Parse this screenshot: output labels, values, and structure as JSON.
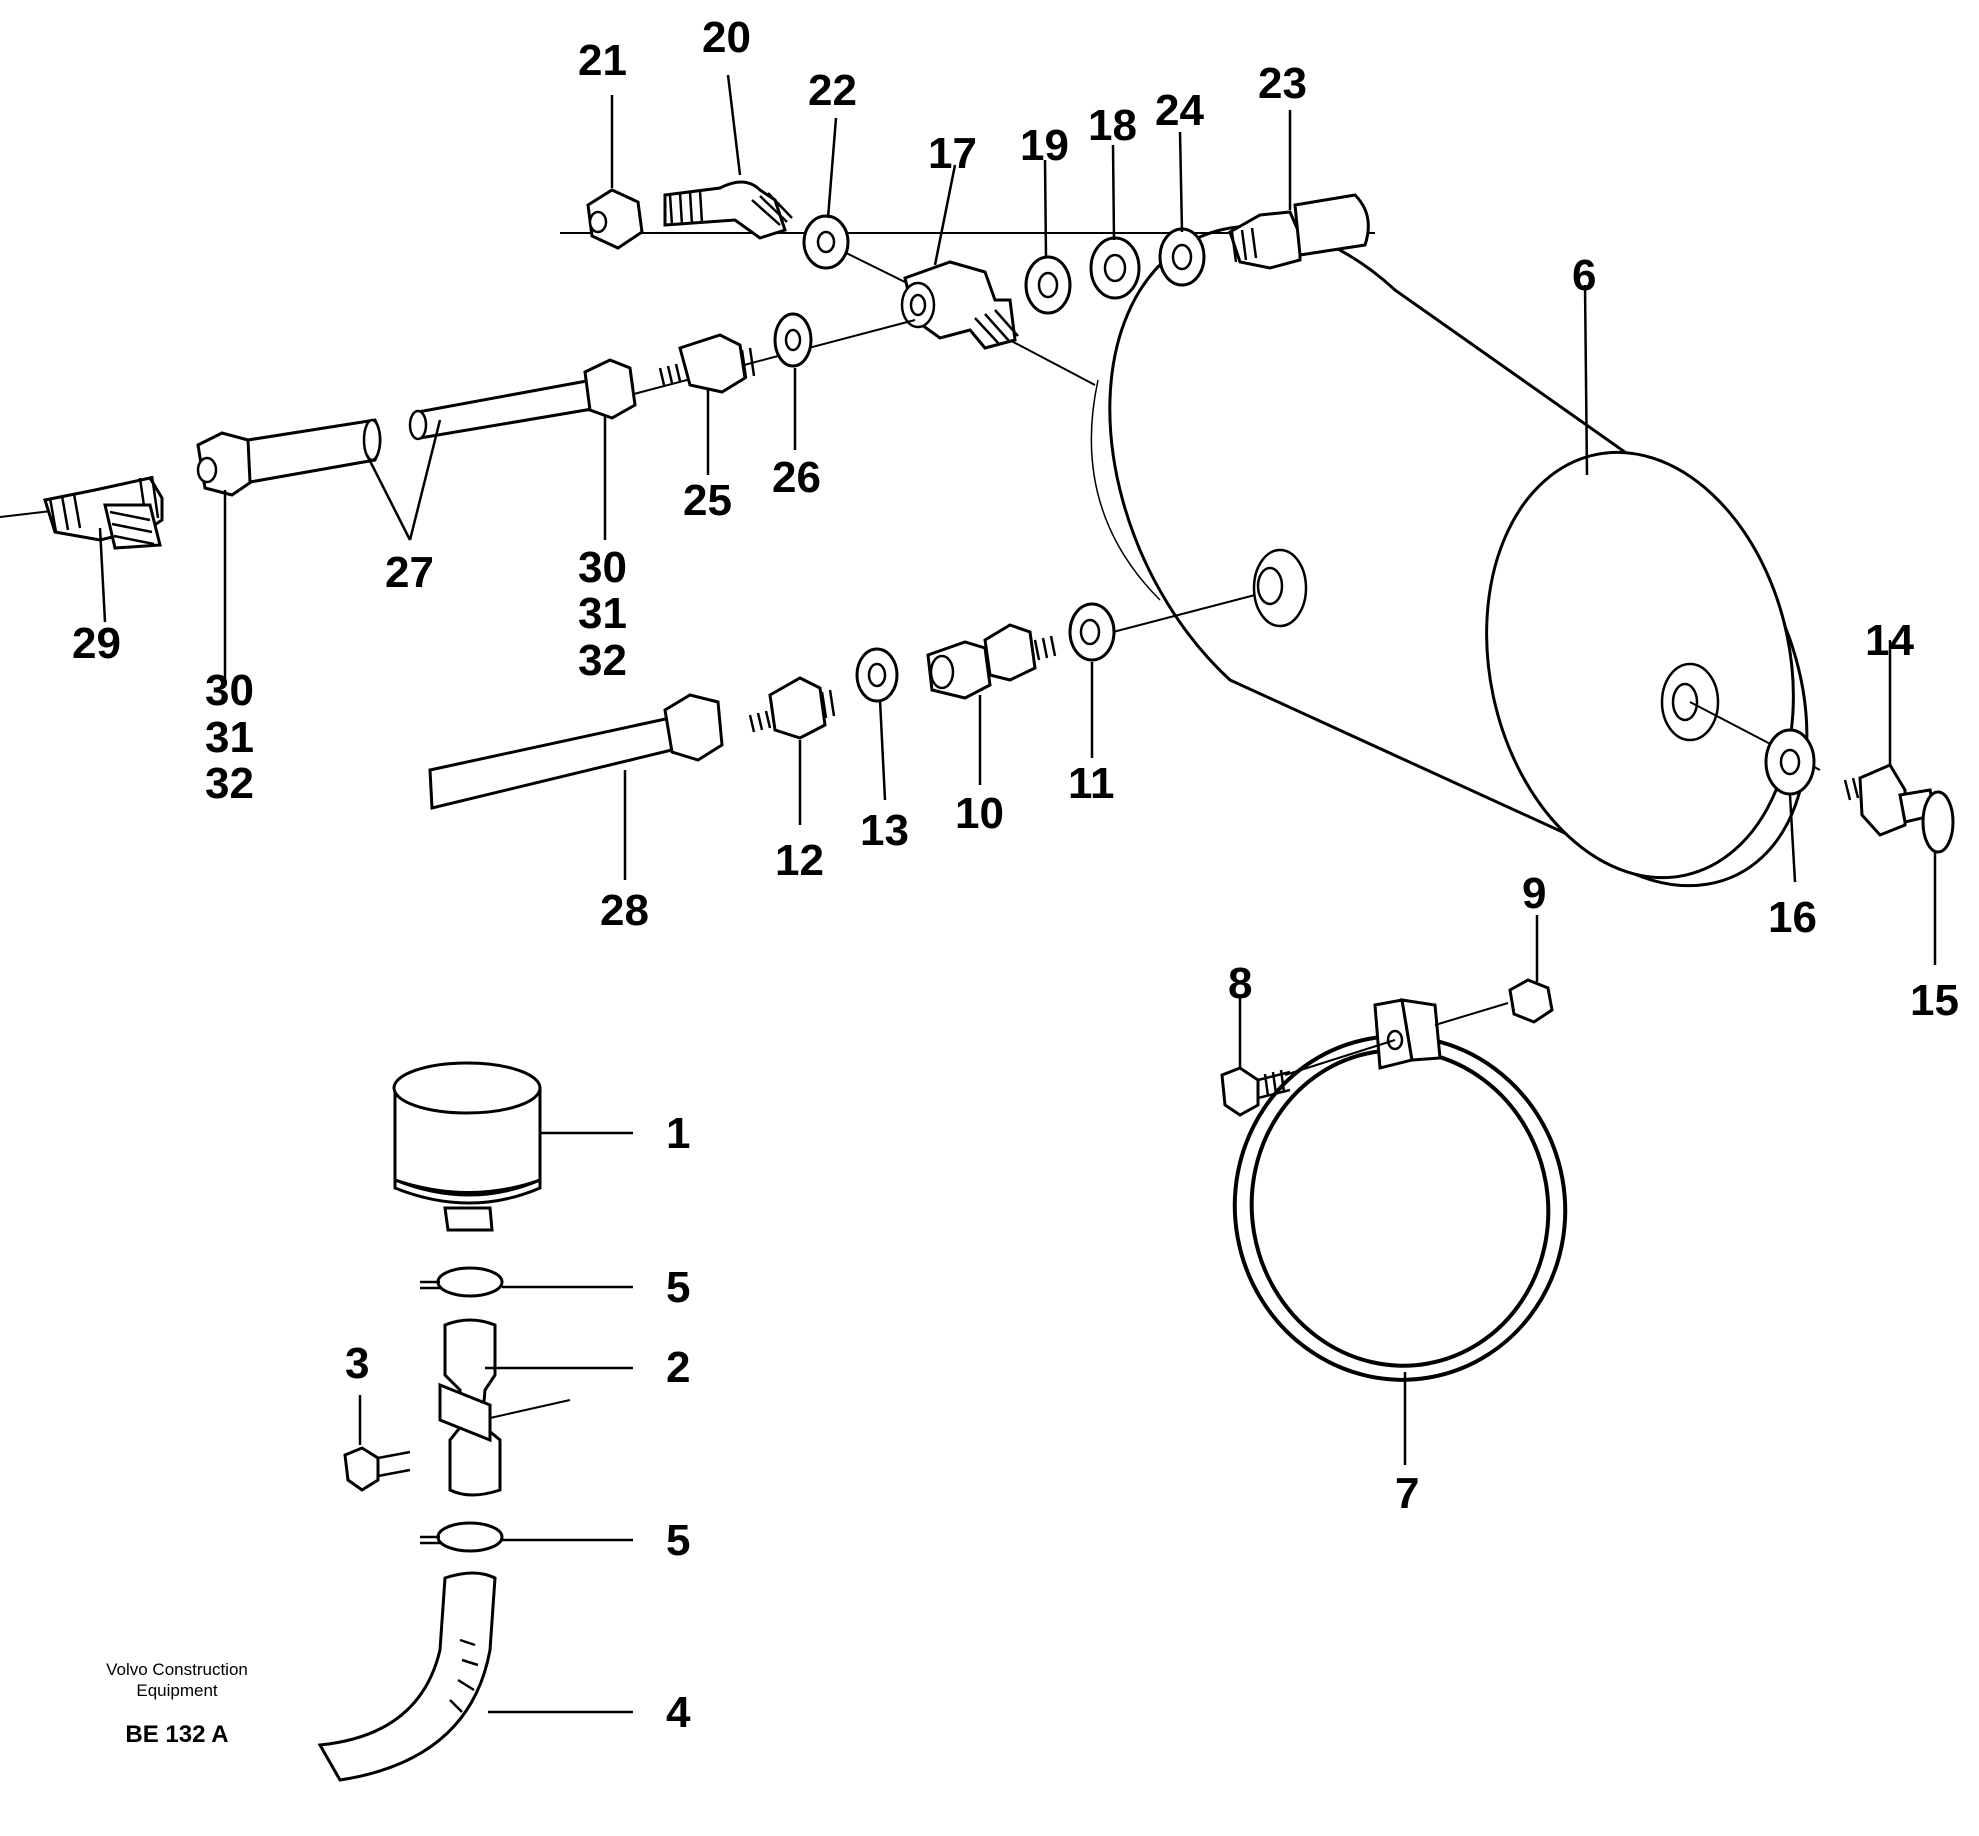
{
  "labels": {
    "p1": "1",
    "p2": "2",
    "p3": "3",
    "p4": "4",
    "p5a": "5",
    "p5b": "5",
    "p6": "6",
    "p7": "7",
    "p8": "8",
    "p9": "9",
    "p10": "10",
    "p11": "11",
    "p12": "12",
    "p13": "13",
    "p14": "14",
    "p15": "15",
    "p16": "16",
    "p17": "17",
    "p18": "18",
    "p19": "19",
    "p20": "20",
    "p21": "21",
    "p22": "22",
    "p23": "23",
    "p24": "24",
    "p25": "25",
    "p26": "26",
    "p27": "27",
    "p28": "28",
    "p29": "29",
    "p30a": "30",
    "p31a": "31",
    "p32a": "32",
    "p30b": "30",
    "p31b": "31",
    "p32b": "32"
  },
  "footer": {
    "company_line1": "Volvo Construction",
    "company_line2": "Equipment",
    "figure_code": "BE 132 A"
  }
}
